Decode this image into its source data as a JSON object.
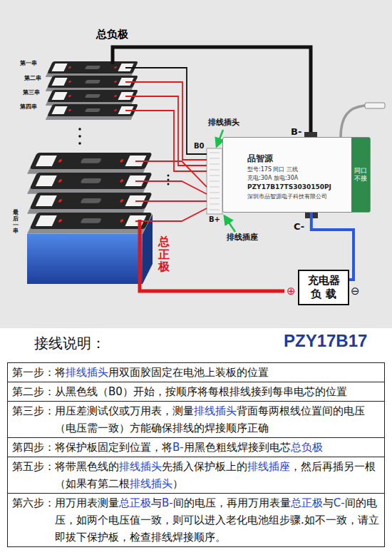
{
  "diagram": {
    "title": "接线说明：",
    "nodes": [
      {
        "text": [
          "品智源",
          "型号:17S 同口 三线",
          "充电:30A 放电:30A",
          "PZY17B17TS3030150PJ",
          "深圳市品智源电子科技有限公司",
          "同口不接"
        ]
      },
      {
        "text": [
          "充电器",
          "负 载"
        ]
      }
    ],
    "edges": [
      {
        "from": 0,
        "to": 1,
        "arrow": "none"
      }
    ],
    "labels": [
      "总负极",
      "第一串",
      "第二串",
      "第三串",
      "第四串",
      "排线插头",
      "B0",
      "B-",
      "B+",
      "排线插座",
      "C-",
      "最后一串",
      "总正极",
      "⊕",
      "⊖",
      "PZY17B17",
      "第一步：将排线插头用双面胶固定在电池上装板的位置",
      "第二步：从黑色线（B0）开始，按顺序将每根排线接到每串电芯的位置",
      "第三步：用压差测试仪或万用表，测量排线插头背面每两根线位置间的电压（电压需一致）方能确保排线的焊接顺序正确",
      "第四步：将保护板固定到位置，将B-用黑色粗线焊接到电芯总负极",
      "第五步：将带黑色线的排线插头先插入保护板上的排线插座，然后再插另一根（如果有第二根排线插头）",
      "第六步：用万用表测量总正极与B-间的电压，再用万用表量总正极与C-间的电压，如两个电压值一致，则可以进入老化电池组步骤.如不一致，请立即拔下保护板，检查排线焊接顺序。"
    ]
  }
}
